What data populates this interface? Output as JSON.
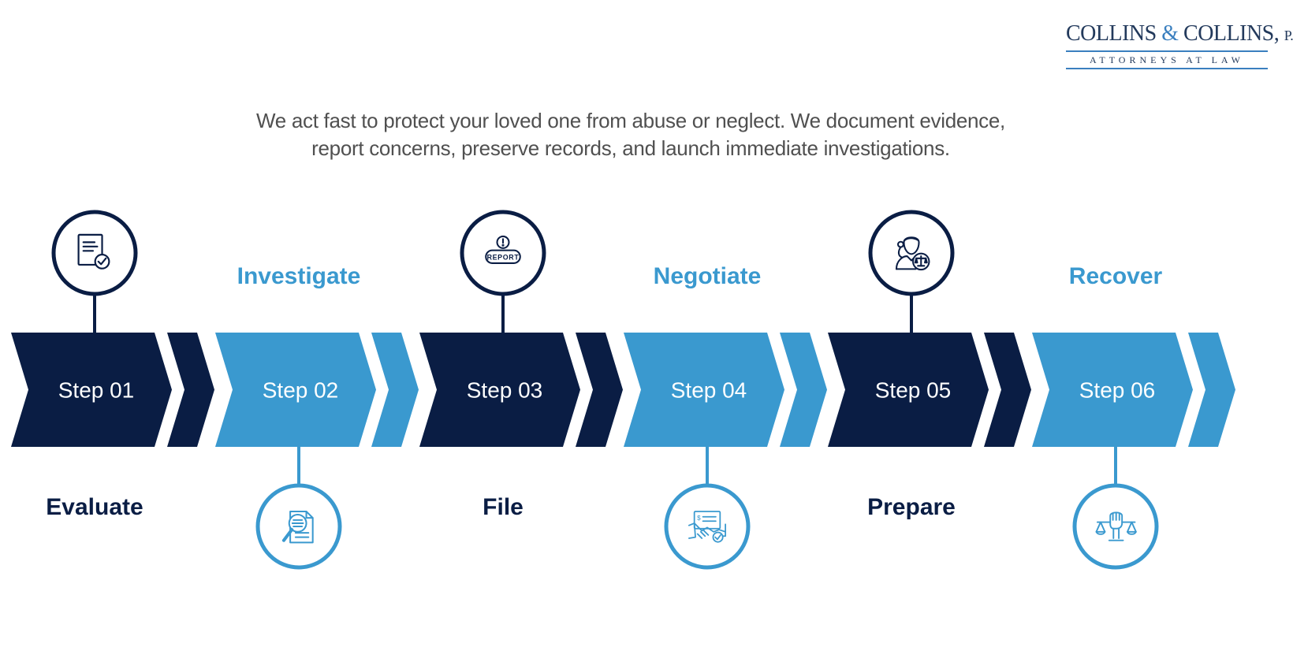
{
  "logo": {
    "name_part1": "COLLINS ",
    "ampersand": "&",
    "name_part2": " COLLINS, ",
    "suffix": "P.C.",
    "tagline": "ATTORNEYS AT LAW"
  },
  "intro": {
    "line1": "We act fast to protect your loved one from abuse or neglect. We document evidence,",
    "line2": "report concerns, preserve records, and launch immediate investigations."
  },
  "colors": {
    "navy": "#0a1d44",
    "blue": "#3a99cf",
    "white": "#ffffff"
  },
  "steps": [
    {
      "label": "Step 01",
      "name": "Evaluate",
      "icon": "document-check-icon"
    },
    {
      "label": "Step 02",
      "name": "Investigate",
      "icon": "magnifier-document-icon"
    },
    {
      "label": "Step 03",
      "name": "File",
      "icon": "report-alert-icon"
    },
    {
      "label": "Step 04",
      "name": "Negotiate",
      "icon": "handshake-check-icon"
    },
    {
      "label": "Step 05",
      "name": "Prepare",
      "icon": "judge-scales-icon"
    },
    {
      "label": "Step 06",
      "name": "Recover",
      "icon": "fist-scales-icon"
    }
  ]
}
